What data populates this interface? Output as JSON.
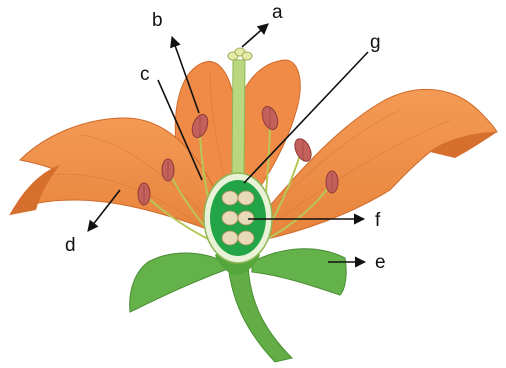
{
  "labels": {
    "a": "a",
    "b": "b",
    "c": "c",
    "d": "d",
    "e": "e",
    "f": "f",
    "g": "g"
  },
  "colors": {
    "petal": "#f08a45",
    "petal_dark": "#d96f2c",
    "sepal": "#5fae44",
    "ovary": "#22a447",
    "anther": "#c4605c",
    "filament": "#b9c85a"
  }
}
